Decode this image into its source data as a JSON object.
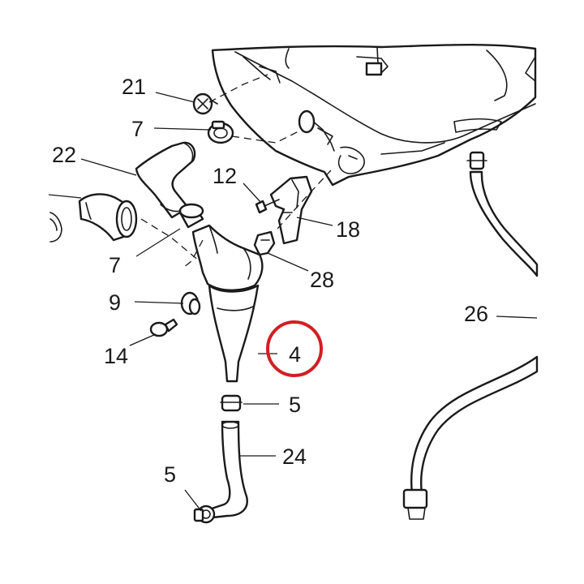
{
  "diagram": {
    "callouts": [
      {
        "id": "21",
        "text": "21"
      },
      {
        "id": "7a",
        "text": "7"
      },
      {
        "id": "22",
        "text": "22"
      },
      {
        "id": "12",
        "text": "12"
      },
      {
        "id": "18",
        "text": "18"
      },
      {
        "id": "7b",
        "text": "7"
      },
      {
        "id": "28",
        "text": "28"
      },
      {
        "id": "9",
        "text": "9"
      },
      {
        "id": "26",
        "text": "26"
      },
      {
        "id": "14",
        "text": "14"
      },
      {
        "id": "4",
        "text": "4"
      },
      {
        "id": "5a",
        "text": "5"
      },
      {
        "id": "24",
        "text": "24"
      },
      {
        "id": "5b",
        "text": "5"
      }
    ],
    "highlight": {
      "target": "4",
      "color": "#d11f24"
    }
  }
}
